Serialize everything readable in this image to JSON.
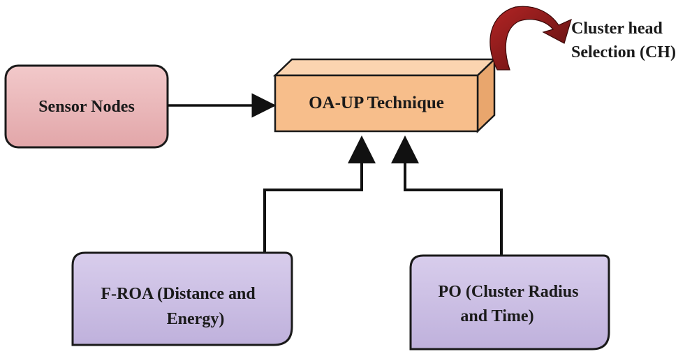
{
  "diagram": {
    "nodes": {
      "sensor_nodes": {
        "label": "Sensor Nodes",
        "color": "#e9b6b8"
      },
      "oa_up": {
        "label": "OA-UP Technique",
        "color": "#f7be8b",
        "top_color": "#fbd4b0",
        "side_color": "#e9a66d"
      },
      "f_roa": {
        "line1": "F-ROA (Distance and",
        "line2": "Energy)",
        "color": "#cbbfe3"
      },
      "po": {
        "line1": "PO (Cluster Radius",
        "line2": "and Time)",
        "color": "#cbbfe3"
      }
    },
    "output": {
      "line1": "Cluster head",
      "line2": "Selection (CH)",
      "arrow_color": "#8b1a1a"
    },
    "connectors": [
      {
        "from": "sensor_nodes",
        "to": "oa_up"
      },
      {
        "from": "f_roa",
        "to": "oa_up"
      },
      {
        "from": "po",
        "to": "oa_up"
      },
      {
        "from": "oa_up",
        "to": "output"
      }
    ]
  }
}
